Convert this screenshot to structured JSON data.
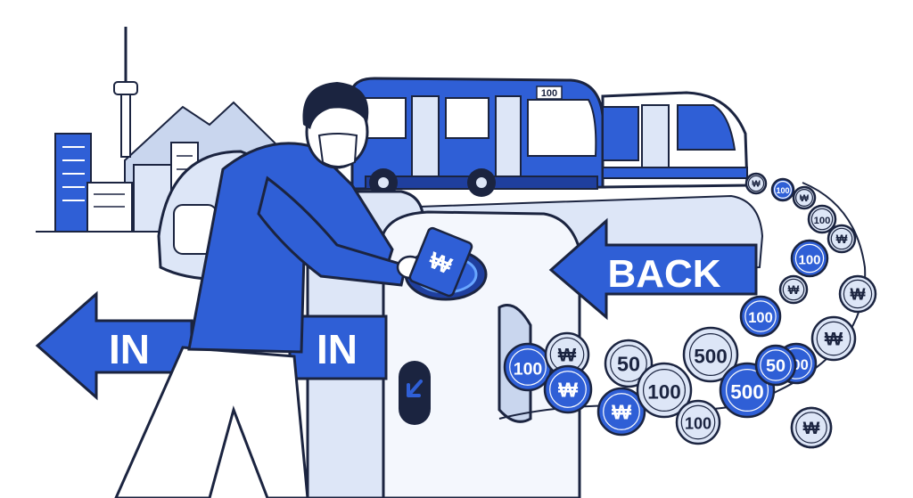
{
  "colors": {
    "primary": "#2f5fd6",
    "dark": "#1f3f9e",
    "ink": "#1b2440",
    "light": "#dde6f7",
    "white": "#ffffff",
    "mountain": "#c9d6ee"
  },
  "arrows": {
    "left_outer": "IN",
    "left_inner": "IN",
    "back": "BACK"
  },
  "bus": {
    "route_number": "100"
  },
  "card": {
    "symbol": "₩"
  },
  "coins": {
    "trail": [
      "₩",
      "100",
      "₩",
      "100",
      "₩",
      "100",
      "₩",
      "₩",
      "100",
      "₩",
      "100",
      "₩"
    ],
    "pile": [
      "100",
      "₩",
      "₩",
      "50",
      "₩",
      "100",
      "500",
      "100",
      "500",
      "50",
      "₩"
    ]
  }
}
